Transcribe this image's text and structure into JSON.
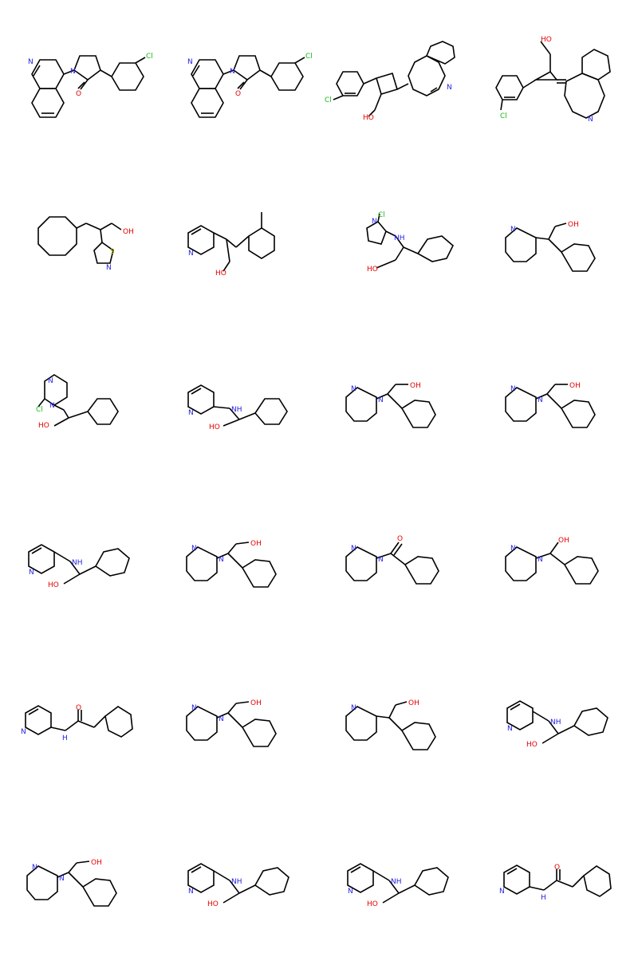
{
  "grid": {
    "columns": 4,
    "rows": 6
  },
  "colors": {
    "bond": "#000000",
    "N": "#1f1fe6",
    "O": "#e60000",
    "Cl": "#18b818",
    "S": "#c7c700",
    "background": "#ffffff"
  },
  "molecules": [
    {
      "labels": [
        "N",
        "N",
        "O",
        "Cl"
      ]
    },
    {
      "labels": [
        "N",
        "N",
        "O",
        "Cl"
      ]
    },
    {
      "labels": [
        "Cl",
        "N",
        "HO"
      ]
    },
    {
      "labels": [
        "HO",
        "N",
        "Cl"
      ]
    },
    {
      "labels": [
        "OH",
        "S",
        "N"
      ]
    },
    {
      "labels": [
        "N",
        "HO"
      ]
    },
    {
      "labels": [
        "N",
        "Cl",
        "NH",
        "HO"
      ]
    },
    {
      "labels": [
        "N",
        "OH"
      ]
    },
    {
      "labels": [
        "N",
        "N",
        "Cl",
        "HO"
      ]
    },
    {
      "labels": [
        "N",
        "NH",
        "HO"
      ]
    },
    {
      "labels": [
        "N",
        "N",
        "OH"
      ]
    },
    {
      "labels": [
        "N",
        "N",
        "OH"
      ]
    },
    {
      "labels": [
        "N",
        "NH",
        "HO"
      ]
    },
    {
      "labels": [
        "N",
        "N",
        "OH"
      ]
    },
    {
      "labels": [
        "N",
        "N",
        "O"
      ]
    },
    {
      "labels": [
        "N",
        "N",
        "OH"
      ]
    },
    {
      "labels": [
        "N",
        "O",
        "H"
      ]
    },
    {
      "labels": [
        "N",
        "N",
        "OH"
      ]
    },
    {
      "labels": [
        "N",
        "OH"
      ]
    },
    {
      "labels": [
        "N",
        "NH",
        "HO"
      ]
    },
    {
      "labels": [
        "N",
        "N",
        "OH"
      ]
    },
    {
      "labels": [
        "N",
        "NH",
        "HO"
      ]
    },
    {
      "labels": [
        "N",
        "NH",
        "HO"
      ]
    },
    {
      "labels": [
        "N",
        "O",
        "H"
      ]
    }
  ]
}
